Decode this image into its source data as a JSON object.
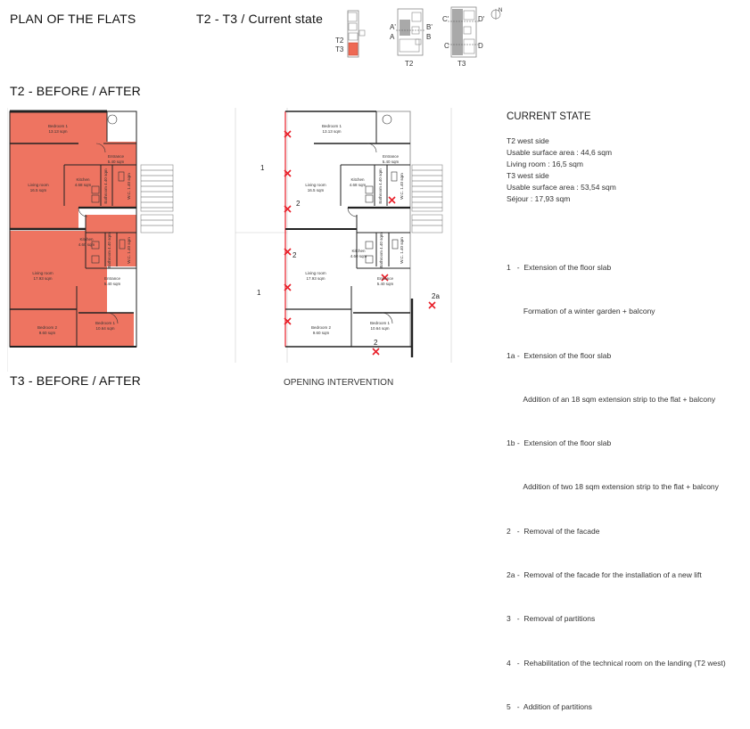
{
  "headings": {
    "plan_title": "PLAN OF THE FLATS",
    "current_state_heading": "T2 - T3 / Current state",
    "t2_before_after": "T2 - BEFORE / AFTER",
    "t3_before_after": "T3 - BEFORE / AFTER",
    "opening_caption": "OPENING INTERVENTION"
  },
  "key_plan": {
    "t2_label": "T2",
    "t3_label": "T3",
    "mini_t2": "T2",
    "mini_t3": "T3",
    "section_a": "A",
    "section_a_prime": "A'",
    "section_b": "B",
    "section_b_prime": "B'",
    "section_c": "C",
    "section_c_prime": "C'",
    "section_d": "D",
    "section_d_prime": "D'",
    "north": "N",
    "colors": {
      "t3_highlight": "#ee6a55",
      "grey_block": "#a9a9a9"
    }
  },
  "plan_left": {
    "fill_color": "#ee7461",
    "rooms": {
      "bedroom1_name": "Bedroom 1",
      "bedroom1_area": "13.13 sqm",
      "entrance_t2_name": "Entrance",
      "entrance_t2_area": "5.40 sqm",
      "living_t2_name": "Living room",
      "living_t2_area": "16.5 sqm",
      "kitchen_t2_name": "Kitchen",
      "kitchen_t2_area": "4.68 sqm",
      "bath_t2": "Bathroom 4.40 sqm",
      "wc_t2": "W.C. 1.40 sqm",
      "kitchen_t3_name": "Kitchen",
      "kitchen_t3_area": "4.60 sqm",
      "living_t3_name": "Living room",
      "living_t3_area": "17.93 sqm",
      "bath_t3": "Bathroom 4.40 sqm",
      "wc_t3": "W.C. 1.40 sqm",
      "entrance_t3_name": "Entrance",
      "entrance_t3_area": "5.40 sqm",
      "bedroom2_name": "Bedroom 2",
      "bedroom2_area": "9.60 sqm",
      "bedroom1b_name": "Bedroom 1",
      "bedroom1b_area": "10.64 sqm"
    }
  },
  "plan_right": {
    "marker_color": "#e8202a",
    "labels": {
      "n1_top": "1",
      "n2_top": "2",
      "n2_mid": "2",
      "n1_bottom": "1",
      "n2a": "2a",
      "n2_bottom": "2"
    },
    "rooms": {
      "bedroom1_name": "Bedroom 1",
      "bedroom1_area": "13.13 sqm",
      "entrance_t2_name": "Entrance",
      "entrance_t2_area": "5.40 sqm",
      "living_t2_name": "Living room",
      "living_t2_area": "16.5 sqm",
      "kitchen_t2_name": "Kitchen",
      "kitchen_t2_area": "4.68 sqm",
      "bath_t2": "Bathroom 4.40 sqm",
      "wc_t2": "W.C. 1.40 sqm",
      "kitchen_t3_name": "Kitchen",
      "kitchen_t3_area": "4.60 sqm",
      "living_t3_name": "Living room",
      "living_t3_area": "17.93 sqm",
      "bath_t3": "Bathroom 4.40 sqm",
      "wc_t3": "W.C. 1.40 sqm",
      "entrance_t3_name": "Entrance",
      "entrance_t3_area": "5.40 sqm",
      "bedroom2_name": "Bedroom 2",
      "bedroom2_area": "9.60 sqm",
      "bedroom1b_name": "Bedroom 1",
      "bedroom1b_area": "10.64 sqm"
    }
  },
  "current_state": {
    "title": "CURRENT STATE",
    "lines": [
      "T2 west side",
      "Usable surface area : 44,6 sqm",
      "Living room : 16,5 sqm",
      "T3 west side",
      "Usable surface area : 53,54 sqm",
      "Séjour : 17,93 sqm"
    ]
  },
  "legend": {
    "lines": [
      "1   -  Extension of the floor slab",
      "        Formation of a winter garden + balcony",
      "1a -  Extension of the floor slab",
      "        Addition of an 18 sqm extension strip to the flat + balcony",
      "1b -  Extension of the floor slab",
      "        Addition of two 18 sqm extension strip to the flat + balcony",
      "2   -  Removal of the facade",
      "2a -  Removal of the facade for the installation of a new lift",
      "3   -  Removal of partitions",
      "4   -  Rehabilitation of the technical room on the landing (T2 west)",
      "5   -  Addition of partitions"
    ]
  }
}
